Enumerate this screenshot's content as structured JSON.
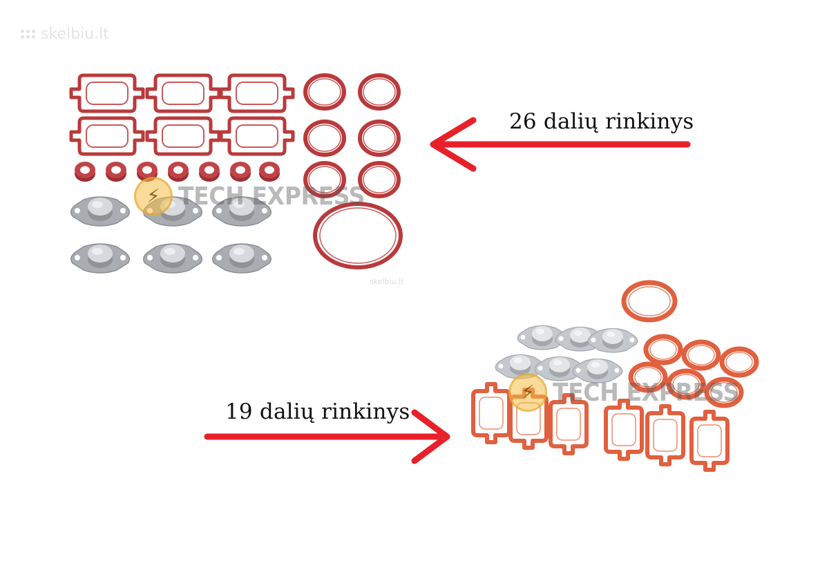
{
  "site_watermark": {
    "text": "skelbiu.lt",
    "icon": "dots-grid-icon"
  },
  "kit_26": {
    "label": "26 dalių rinkinys"
  },
  "kit_19": {
    "label": "19 dalių rinkinys"
  },
  "brand_watermark": {
    "text": "TECH EXPRESS",
    "icon": "lightning-bolt-icon"
  },
  "photo_watermark": {
    "text": "skelbiu.lt"
  },
  "colors": {
    "arrow": "#e8202a",
    "gasket_dark": "#b93a3c",
    "gasket_light": "#e86a4c",
    "flap_plate": "#b9bcc0",
    "text": "#111111"
  }
}
